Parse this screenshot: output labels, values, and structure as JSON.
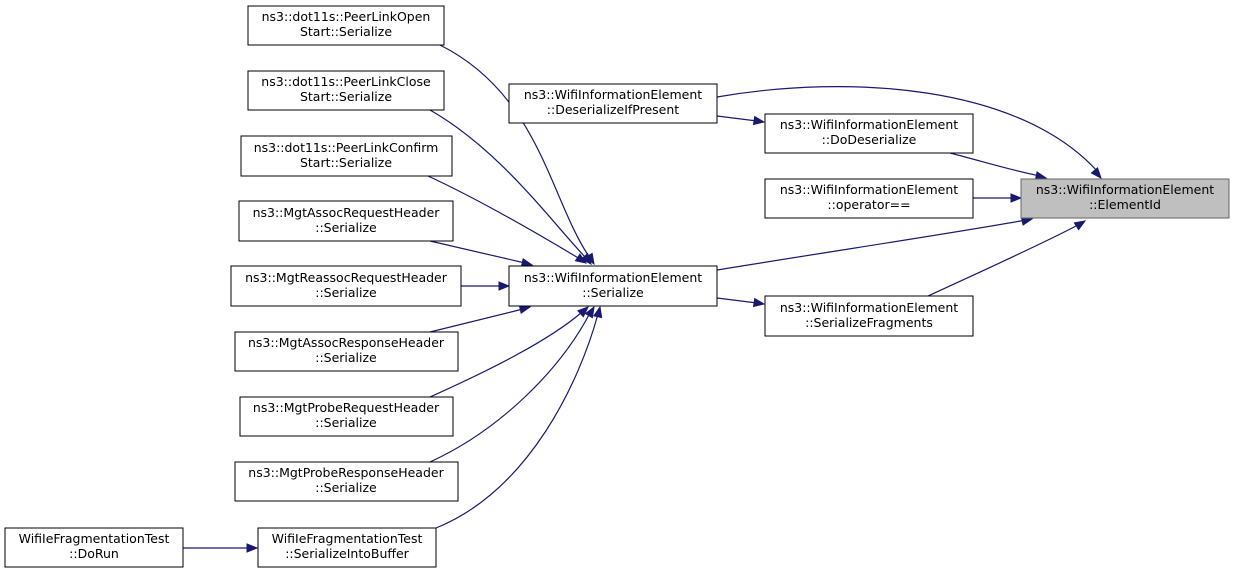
{
  "nodes": {
    "root": [
      "ns3::WifiInformationElement",
      "::ElementId"
    ],
    "deserializeIfPresent": [
      "ns3::WifiInformationElement",
      "::DeserializeIfPresent"
    ],
    "doDeserialize": [
      "ns3::WifiInformationElement",
      "::DoDeserialize"
    ],
    "operatorEq": [
      "ns3::WifiInformationElement",
      "::operator=="
    ],
    "serialize": [
      "ns3::WifiInformationElement",
      "::Serialize"
    ],
    "serializeFragments": [
      "ns3::WifiInformationElement",
      "::SerializeFragments"
    ],
    "peerLinkOpen": [
      "ns3::dot11s::PeerLinkOpen",
      "Start::Serialize"
    ],
    "peerLinkClose": [
      "ns3::dot11s::PeerLinkClose",
      "Start::Serialize"
    ],
    "peerLinkConfirm": [
      "ns3::dot11s::PeerLinkConfirm",
      "Start::Serialize"
    ],
    "assocRequest": [
      "ns3::MgtAssocRequestHeader",
      "::Serialize"
    ],
    "reassocRequest": [
      "ns3::MgtReassocRequestHeader",
      "::Serialize"
    ],
    "assocResponse": [
      "ns3::MgtAssocResponseHeader",
      "::Serialize"
    ],
    "probeRequest": [
      "ns3::MgtProbeRequestHeader",
      "::Serialize"
    ],
    "probeResponse": [
      "ns3::MgtProbeResponseHeader",
      "::Serialize"
    ],
    "serializeIntoBuffer": [
      "WifiIeFragmentationTest",
      "::SerializeIntoBuffer"
    ],
    "doRun": [
      "WifiIeFragmentationTest",
      "::DoRun"
    ]
  },
  "edges": [
    {
      "from": "deserializeIfPresent",
      "to": "root"
    },
    {
      "from": "doDeserialize",
      "to": "root"
    },
    {
      "from": "operatorEq",
      "to": "root"
    },
    {
      "from": "serialize",
      "to": "root"
    },
    {
      "from": "serializeFragments",
      "to": "root"
    },
    {
      "from": "deserializeIfPresent",
      "to": "doDeserialize"
    },
    {
      "from": "serialize",
      "to": "serializeFragments"
    },
    {
      "from": "peerLinkOpen",
      "to": "serialize"
    },
    {
      "from": "peerLinkClose",
      "to": "serialize"
    },
    {
      "from": "peerLinkConfirm",
      "to": "serialize"
    },
    {
      "from": "assocRequest",
      "to": "serialize"
    },
    {
      "from": "reassocRequest",
      "to": "serialize"
    },
    {
      "from": "assocResponse",
      "to": "serialize"
    },
    {
      "from": "probeRequest",
      "to": "serialize"
    },
    {
      "from": "probeResponse",
      "to": "serialize"
    },
    {
      "from": "serializeIntoBuffer",
      "to": "serialize"
    },
    {
      "from": "doRun",
      "to": "serializeIntoBuffer"
    }
  ],
  "colors": {
    "edge": "#191970",
    "root_fill": "#bfbfbf",
    "root_stroke": "#666666",
    "node_fill": "#ffffff",
    "node_stroke": "#000000"
  }
}
